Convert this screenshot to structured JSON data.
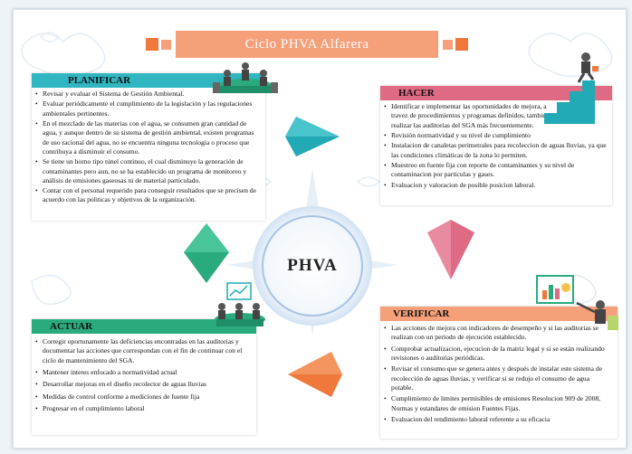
{
  "title": "Ciclo PHVA Alfarera",
  "center": {
    "label": "PHVA"
  },
  "colors": {
    "teal": "#21a9b5",
    "pink": "#df6a84",
    "orange": "#f0783a",
    "green": "#2aab7e",
    "title_bg": "#f6a07a"
  },
  "sections": {
    "planificar": {
      "heading": "PLANIFICAR",
      "items": [
        "Revisar y evaluar el Sistema de Gestión Ambiental.",
        "Evaluar periódicamente el cumplimiento de la legislación y las regulaciones ambientales pertinentes.",
        "En el mezclado de las materias con el agua, se consumen gran cantidad de agua, y aunque dentro de su sistema de gestión ambiental, existen programas de uso racional del agua, no se encuentra ninguna tecnologia o proceso que contribuya a disminuir el consumo.",
        "Se tiene un horno tipo túnel continuo, el cual disminuye la generación de contaminantes pero aun, no se ha establecido un programa de monitoreo y análisis de emisiones gaseosas ni de material particulado.",
        "Contar con el personal requerido para conseguir resultados que se precisen de acuerdo con las politicas y objetivos de la organización."
      ]
    },
    "hacer": {
      "heading": "HACER",
      "items": [
        "Identificar e implementar las oportunidades de mejora, a travez de procedimientos y programas definidos, tambien realizar las auditorias del SGA más frecuentemente.",
        "Revisión normatividad y su nivel de cumplimiento",
        "Instalacion de canaletas perimetrales para recoleccion de aguas lluvias, ya que las condiciones climáticas de la zona lo permiten.",
        "Muestreo en fuente fija con reporte de contaminantes y su nivel de contaminacion por particulas y gases.",
        "Evaluacion y valoracion de posible posicion laboral."
      ]
    },
    "actuar": {
      "heading": "ACTUAR",
      "items": [
        "Corregir oportunamente las deficiencias encontradas en las auditorias y documentar las acciones que correspondan con el fin de continuar con el ciclo de mantenimiento del SGA.",
        "Mantener interes enfocado a normatividad actual",
        "Desarrollar mejoras en el diseño recolector de aguas lluvias",
        "Medidas de control conforme a mediciones de fuente fija",
        "Progresar en el cumplimiento laboral"
      ]
    },
    "verificar": {
      "heading": "VERIFICAR",
      "items": [
        "Las acciones de mejora con indicadores de desempeño y si las auditorias se realizan con un periodo de ejecución establecido.",
        "Comprobar actualizacion, ejecucion de la matriz legal y si se están realizando revisiones o auditorias periódicas.",
        "Revisar el consumo que se genera antes y después de instalar este sistema de recolección de aguas lluvias, y verificar si se redujo el consumo de agua potable.",
        "Cumplimiento de limites permisibles de emisiones Resolucion 909 de 2008, Normas y estandares de emision Fuentes Fijas.",
        "Evaluacion del rendimiento laboral referente a su eficacia"
      ]
    }
  }
}
